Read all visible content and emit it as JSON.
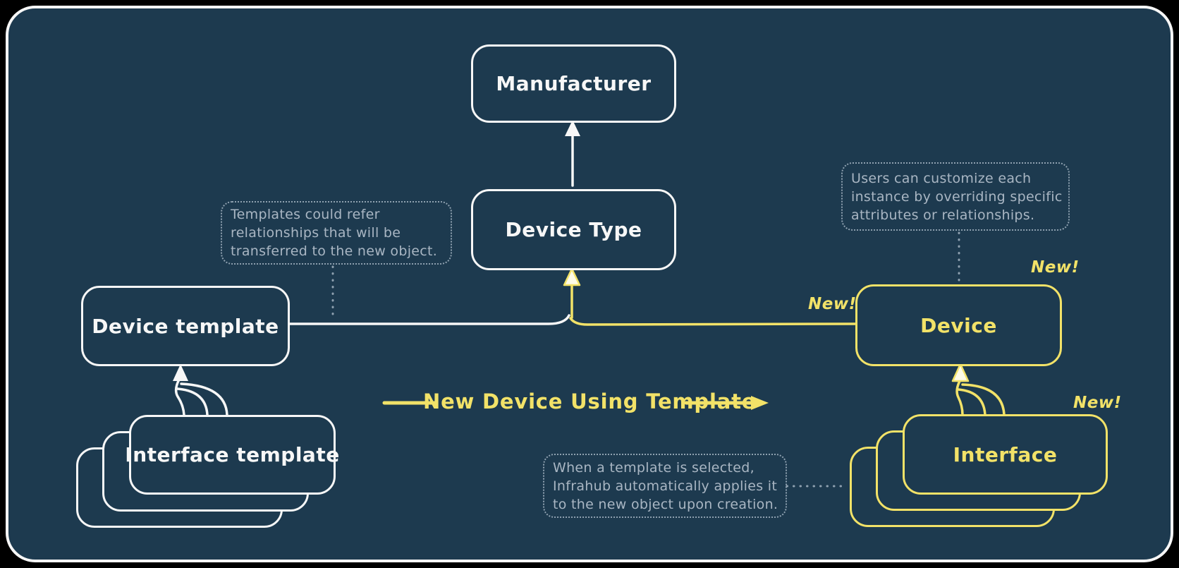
{
  "diagram": {
    "colors": {
      "background": "#1d3a4f",
      "frame_border": "#f7f7f7",
      "stroke_white": "#f7f7f7",
      "accent_yellow": "#f2e268",
      "annotation_gray": "#a9b6c3"
    },
    "nodes": {
      "manufacturer": {
        "label": "Manufacturer"
      },
      "device_type": {
        "label": "Device Type"
      },
      "device_template": {
        "label": "Device template"
      },
      "interface_template": {
        "label": "Interface template"
      },
      "device": {
        "label": "Device"
      },
      "interface": {
        "label": "Interface"
      }
    },
    "annotations": {
      "templates_note": {
        "lines": [
          "Templates could refer",
          "relationships that will be",
          "transferred to the new object."
        ]
      },
      "customize_note": {
        "lines": [
          "Users can customize each",
          "instance by overriding specific",
          "attributes or relationships."
        ]
      },
      "apply_note": {
        "lines": [
          "When a template is selected,",
          "Infrahub automatically applies it",
          "to the new object upon creation."
        ]
      }
    },
    "labels": {
      "flow": "New Device Using Template",
      "new_badges": [
        "New!",
        "New!",
        "New!"
      ]
    }
  }
}
